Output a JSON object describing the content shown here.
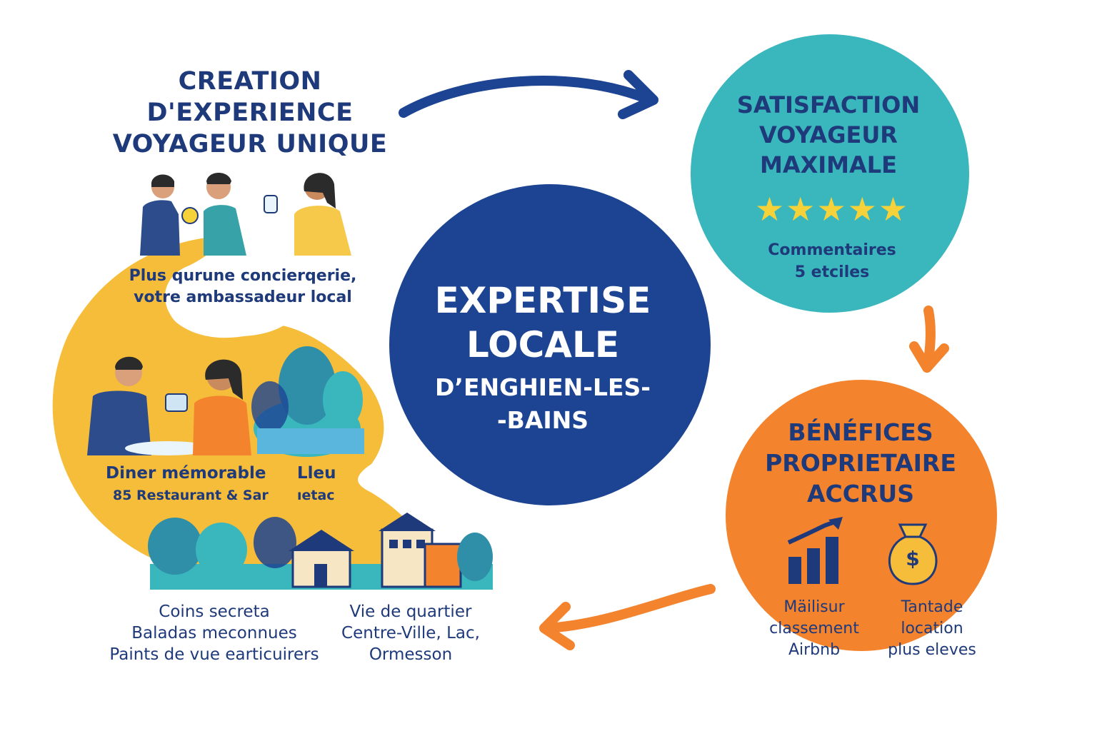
{
  "colors": {
    "navy": "#1f3a7a",
    "center_circle": "#1d4492",
    "teal": "#3ab6bd",
    "orange": "#f3832d",
    "yellow": "#f6bd3a",
    "star": "#f6d23a"
  },
  "creation": {
    "title_lines": [
      "CREATION",
      "D'EXPERIENCE",
      "VOYAGEUR UNIQUE"
    ],
    "ambassador_lines": [
      "Plus qurune concierqerie,",
      "votre ambassadeur local"
    ],
    "diner_title": "Diner mémorable",
    "diner_sub": "85 Restaurant & Sar",
    "lieu_title": "Lleu",
    "lieu_sub": "ıetac",
    "coins_lines": [
      "Coins secreta",
      "Baladas meconnues",
      "Paints de vue earticuirers"
    ],
    "quartier_lines": [
      "Vie de quartier",
      "Centre-Ville, Lac,",
      "Ormesson"
    ]
  },
  "center": {
    "title_lines": [
      "EXPERTISE",
      "LOCALE"
    ],
    "sub_lines": [
      "D’ENGHIEN-LES-",
      "-BAINS"
    ]
  },
  "satisfaction": {
    "title_lines": [
      "SATISFACTION",
      "VOYAGEUR",
      "MAXIMALE"
    ],
    "stars": "★★★★★",
    "rating": 5,
    "comment_lines": [
      "Commentaires",
      "5 etciles"
    ]
  },
  "benefices": {
    "title_lines": [
      "BÉNÉFICES",
      "PROPRIETAIRE",
      "ACCRUS"
    ],
    "classement_lines": [
      "Mäilisur",
      "classement",
      "Airbnb"
    ],
    "tarifs_lines": [
      "Tantade",
      "location",
      "plus eleves"
    ],
    "money_symbol": "$"
  },
  "icons": [
    "arrow-right-icon",
    "arrow-down-icon",
    "arrow-left-icon",
    "people-toasting-icon",
    "dinner-couple-icon",
    "lake-trees-icon",
    "houses-village-icon",
    "bar-chart-growth-icon",
    "money-bag-icon"
  ]
}
